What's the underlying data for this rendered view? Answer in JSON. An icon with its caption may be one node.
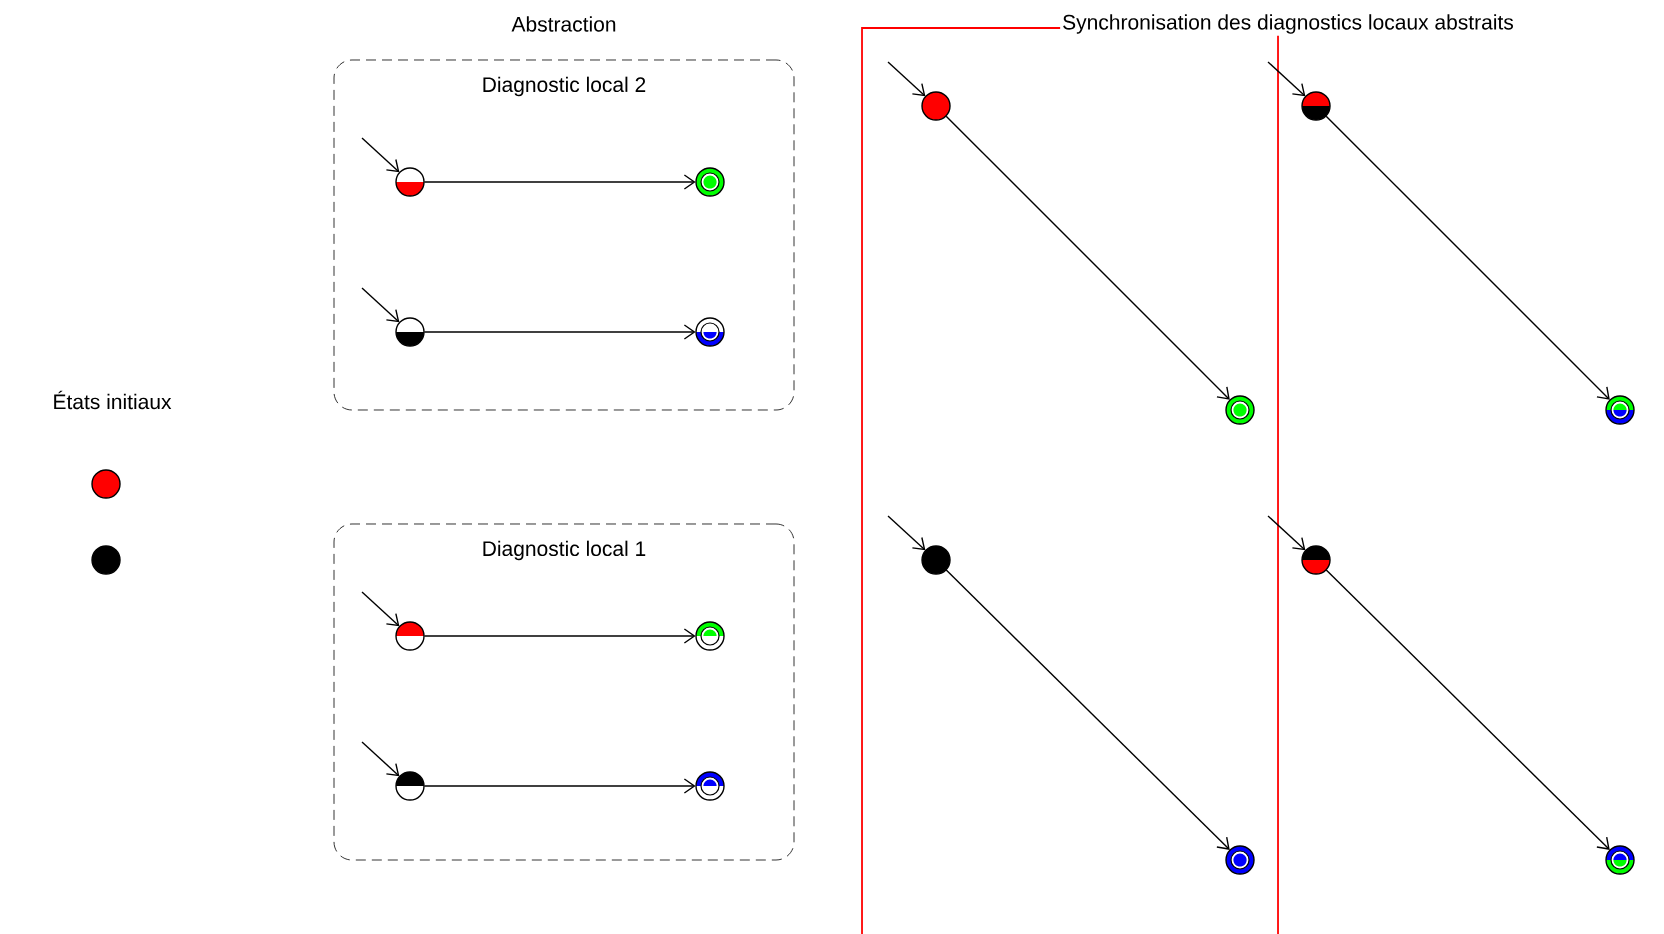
{
  "diagram": {
    "nodes": [
      {
        "text": [
          "Diagnostic local 2"
        ]
      },
      {
        "text": [],
        "shape": "circle",
        "in": 0
      },
      {
        "text": [],
        "shape": "circle",
        "in": 0
      },
      {
        "text": [],
        "shape": "circle",
        "in": 0
      },
      {
        "text": [],
        "shape": "circle",
        "in": 0
      },
      {
        "text": [],
        "shape": "circle"
      },
      {
        "text": [],
        "shape": "circle"
      },
      {
        "text": [],
        "shape": "circle"
      },
      {
        "text": [],
        "shape": "circle"
      },
      {
        "text": [],
        "shape": "circle"
      },
      {
        "text": [],
        "shape": "circle"
      },
      {
        "text": [
          "Diagnostic local 1"
        ]
      },
      {
        "text": [],
        "shape": "circle",
        "in": 11
      },
      {
        "text": [],
        "shape": "circle",
        "in": 11
      },
      {
        "text": [],
        "shape": "circle",
        "in": 11
      },
      {
        "text": [],
        "shape": "circle",
        "in": 11
      },
      {
        "text": [],
        "shape": "circle"
      },
      {
        "text": [],
        "shape": "circle"
      },
      {
        "text": [],
        "shape": "circle"
      },
      {
        "text": [],
        "shape": "circle"
      }
    ],
    "edges": [
      {
        "from": null,
        "to": 1,
        "arrow": "to"
      },
      {
        "from": 1,
        "to": 2,
        "arrow": "to"
      },
      {
        "from": null,
        "to": 3,
        "arrow": "to"
      },
      {
        "from": 3,
        "to": 4,
        "arrow": "to"
      },
      {
        "from": null,
        "to": 5,
        "arrow": "to"
      },
      {
        "from": 5,
        "to": 7,
        "arrow": "to"
      },
      {
        "from": null,
        "to": 6,
        "arrow": "to"
      },
      {
        "from": 6,
        "to": 8,
        "arrow": "to"
      },
      {
        "from": null,
        "to": 12,
        "arrow": "to"
      },
      {
        "from": 12,
        "to": 13,
        "arrow": "to"
      },
      {
        "from": null,
        "to": 14,
        "arrow": "to"
      },
      {
        "from": 14,
        "to": 15,
        "arrow": "to"
      },
      {
        "from": null,
        "to": 16,
        "arrow": "to"
      },
      {
        "from": 16,
        "to": 18,
        "arrow": "to"
      },
      {
        "from": null,
        "to": 17,
        "arrow": "to"
      },
      {
        "from": 17,
        "to": 19,
        "arrow": "to"
      }
    ],
    "labels": [
      "Abstraction",
      "Synchronisation des diagnostics locaux abstraits",
      "États initiaux"
    ]
  }
}
